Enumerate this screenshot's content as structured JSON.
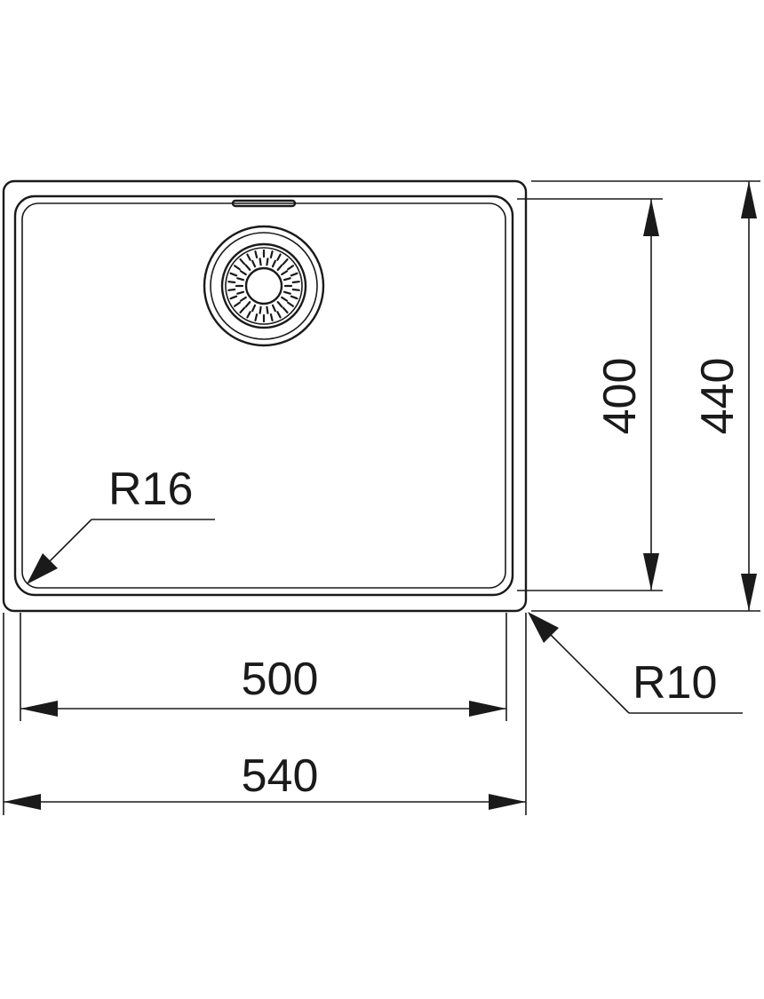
{
  "dimensions": {
    "inner_width": "500",
    "outer_width": "540",
    "inner_height": "400",
    "outer_height": "440",
    "inner_corner_radius": "R16",
    "outer_corner_radius": "R10"
  },
  "colors": {
    "line": "#1a1a1a",
    "background": "#ffffff"
  }
}
